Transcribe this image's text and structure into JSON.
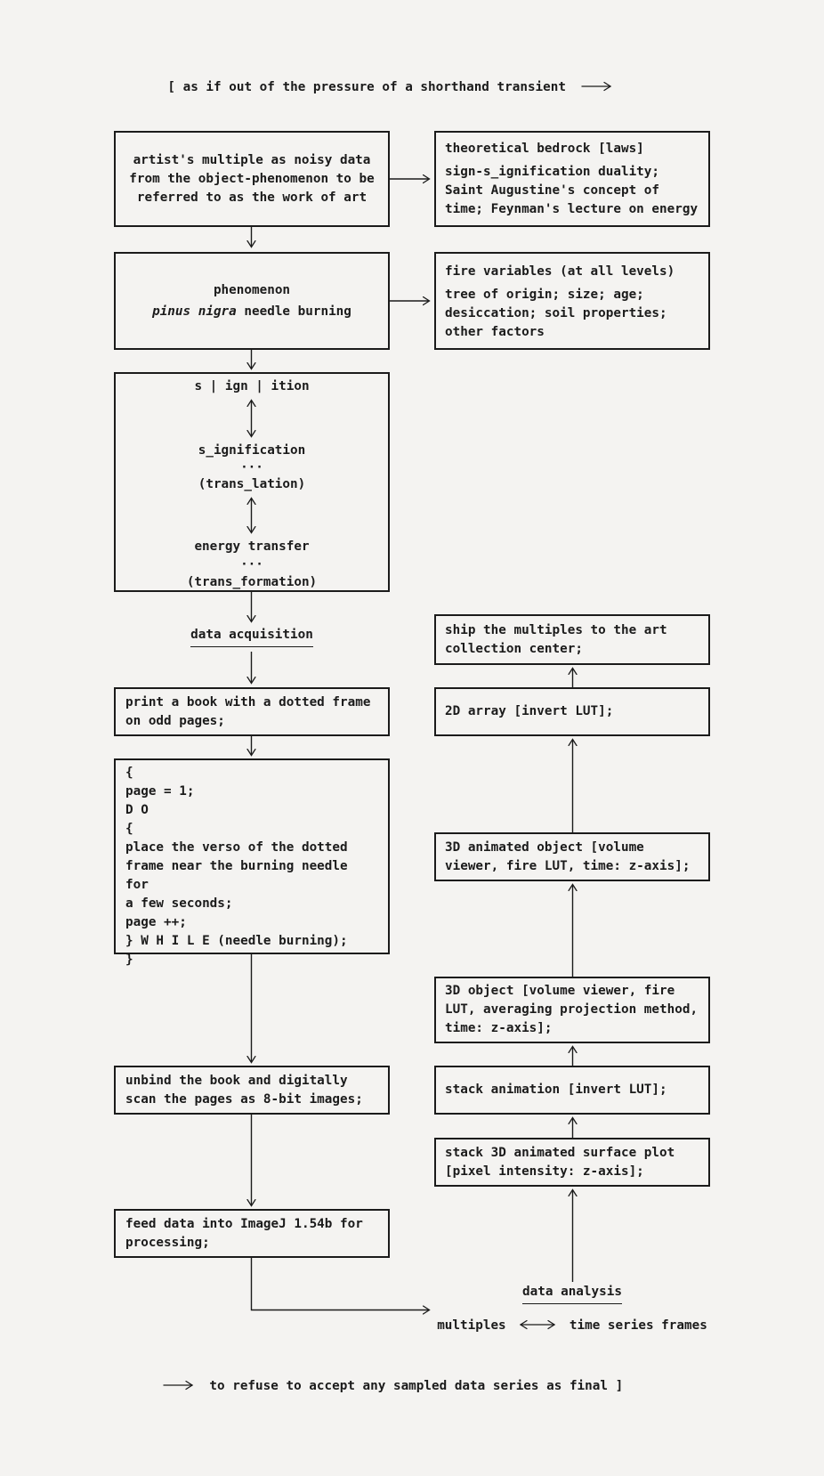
{
  "colors": {
    "ink": "#1b1b1b",
    "background": "#f4f3f1"
  },
  "title": {
    "prefix": "[ as if out of the pressure of a shorthand transient"
  },
  "footer": {
    "suffix": "to refuse to accept any sampled data series as final ]"
  },
  "left_column": {
    "artists_multiple": "artist's multiple as noisy data\nfrom the object-phenomenon to be\nreferred to as the work of art",
    "phenomenon": {
      "line1": "phenomenon",
      "species_italic": "pinus nigra",
      "line2_rest": " needle burning"
    },
    "signition": {
      "top": "s | ign | ition",
      "mid": "s_ignification\n···\n(trans_lation)",
      "bottom": "energy transfer\n···\n(trans_formation)"
    },
    "heading_acquisition": "data acquisition",
    "print_book": "print a book with a dotted frame\non odd pages;",
    "code": "{\npage = 1;\nD O\n{\nplace the verso of the dotted\nframe near the burning needle for\na few seconds;\npage ++;\n} W H I L E (needle burning);\n}",
    "unbind": "unbind the book and digitally\nscan the pages as 8-bit images;",
    "feed": "feed data into ImageJ 1.54b for\nprocessing;"
  },
  "right_column": {
    "bedrock": {
      "title": "theoretical bedrock [laws]",
      "body": "sign-s_ignification duality;\nSaint Augustine's concept of\ntime; Feynman's lecture on energy"
    },
    "fire_variables": {
      "title": "fire variables (at all levels)",
      "body": "tree of origin; size; age;\ndesiccation; soil properties;\nother factors"
    },
    "ship": "ship the multiples to the art\ncollection center;",
    "array2d": "2D array [invert LUT];",
    "animated3d": "3D animated object [volume\nviewer, fire LUT, time: z-axis];",
    "object3d": "3D object [volume viewer, fire\nLUT, averaging projection method,\ntime: z-axis];",
    "stack_animation": "stack animation [invert LUT];",
    "stack_surface": "stack 3D animated surface plot\n[pixel intensity: z-axis];",
    "heading_analysis": "data analysis",
    "multiples": {
      "left": "multiples",
      "right": "time series frames"
    }
  }
}
